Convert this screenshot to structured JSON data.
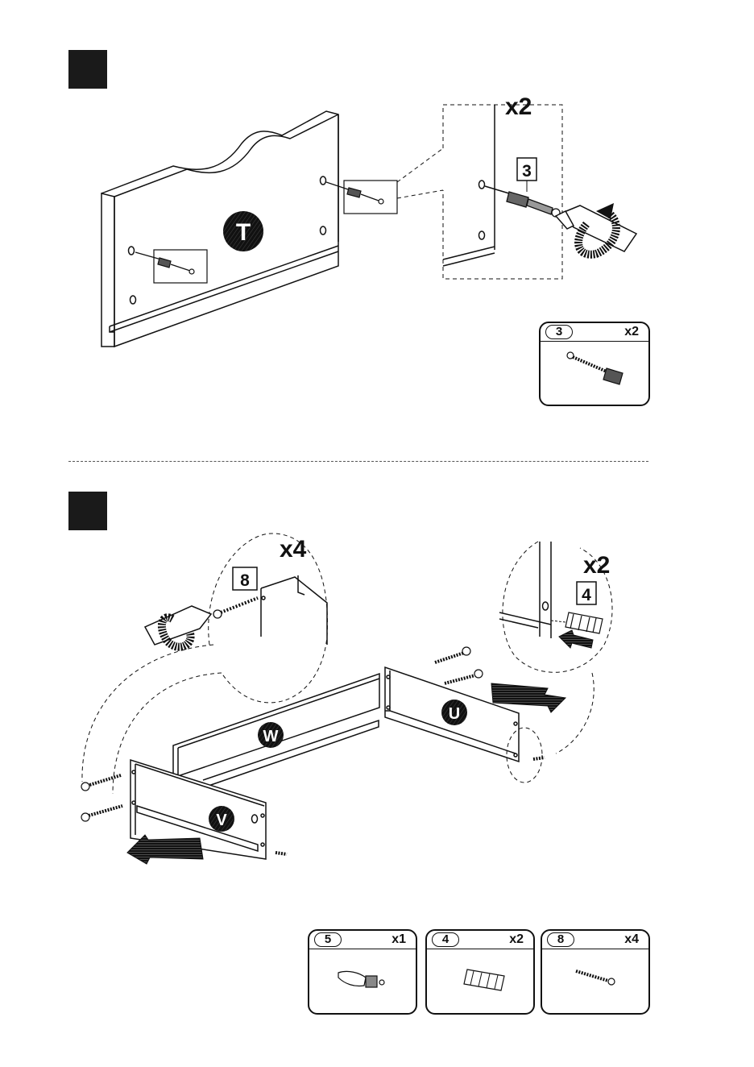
{
  "steps": {
    "step1": {
      "panel_label": "T",
      "multiplier": "x2",
      "part_callout": "3",
      "card": {
        "id": "3",
        "qty": "x2"
      }
    },
    "step2": {
      "multiplier_screws": "x4",
      "screw_callout": "8",
      "multiplier_dowels": "x2",
      "dowel_callout": "4",
      "panel_labels": {
        "w": "W",
        "u": "U",
        "v": "V"
      },
      "cards": [
        {
          "id": "5",
          "qty": "x1",
          "icon": "cam-bolt-icon"
        },
        {
          "id": "4",
          "qty": "x2",
          "icon": "wood-dowel-icon"
        },
        {
          "id": "8",
          "qty": "x4",
          "icon": "screw-icon"
        }
      ]
    }
  }
}
